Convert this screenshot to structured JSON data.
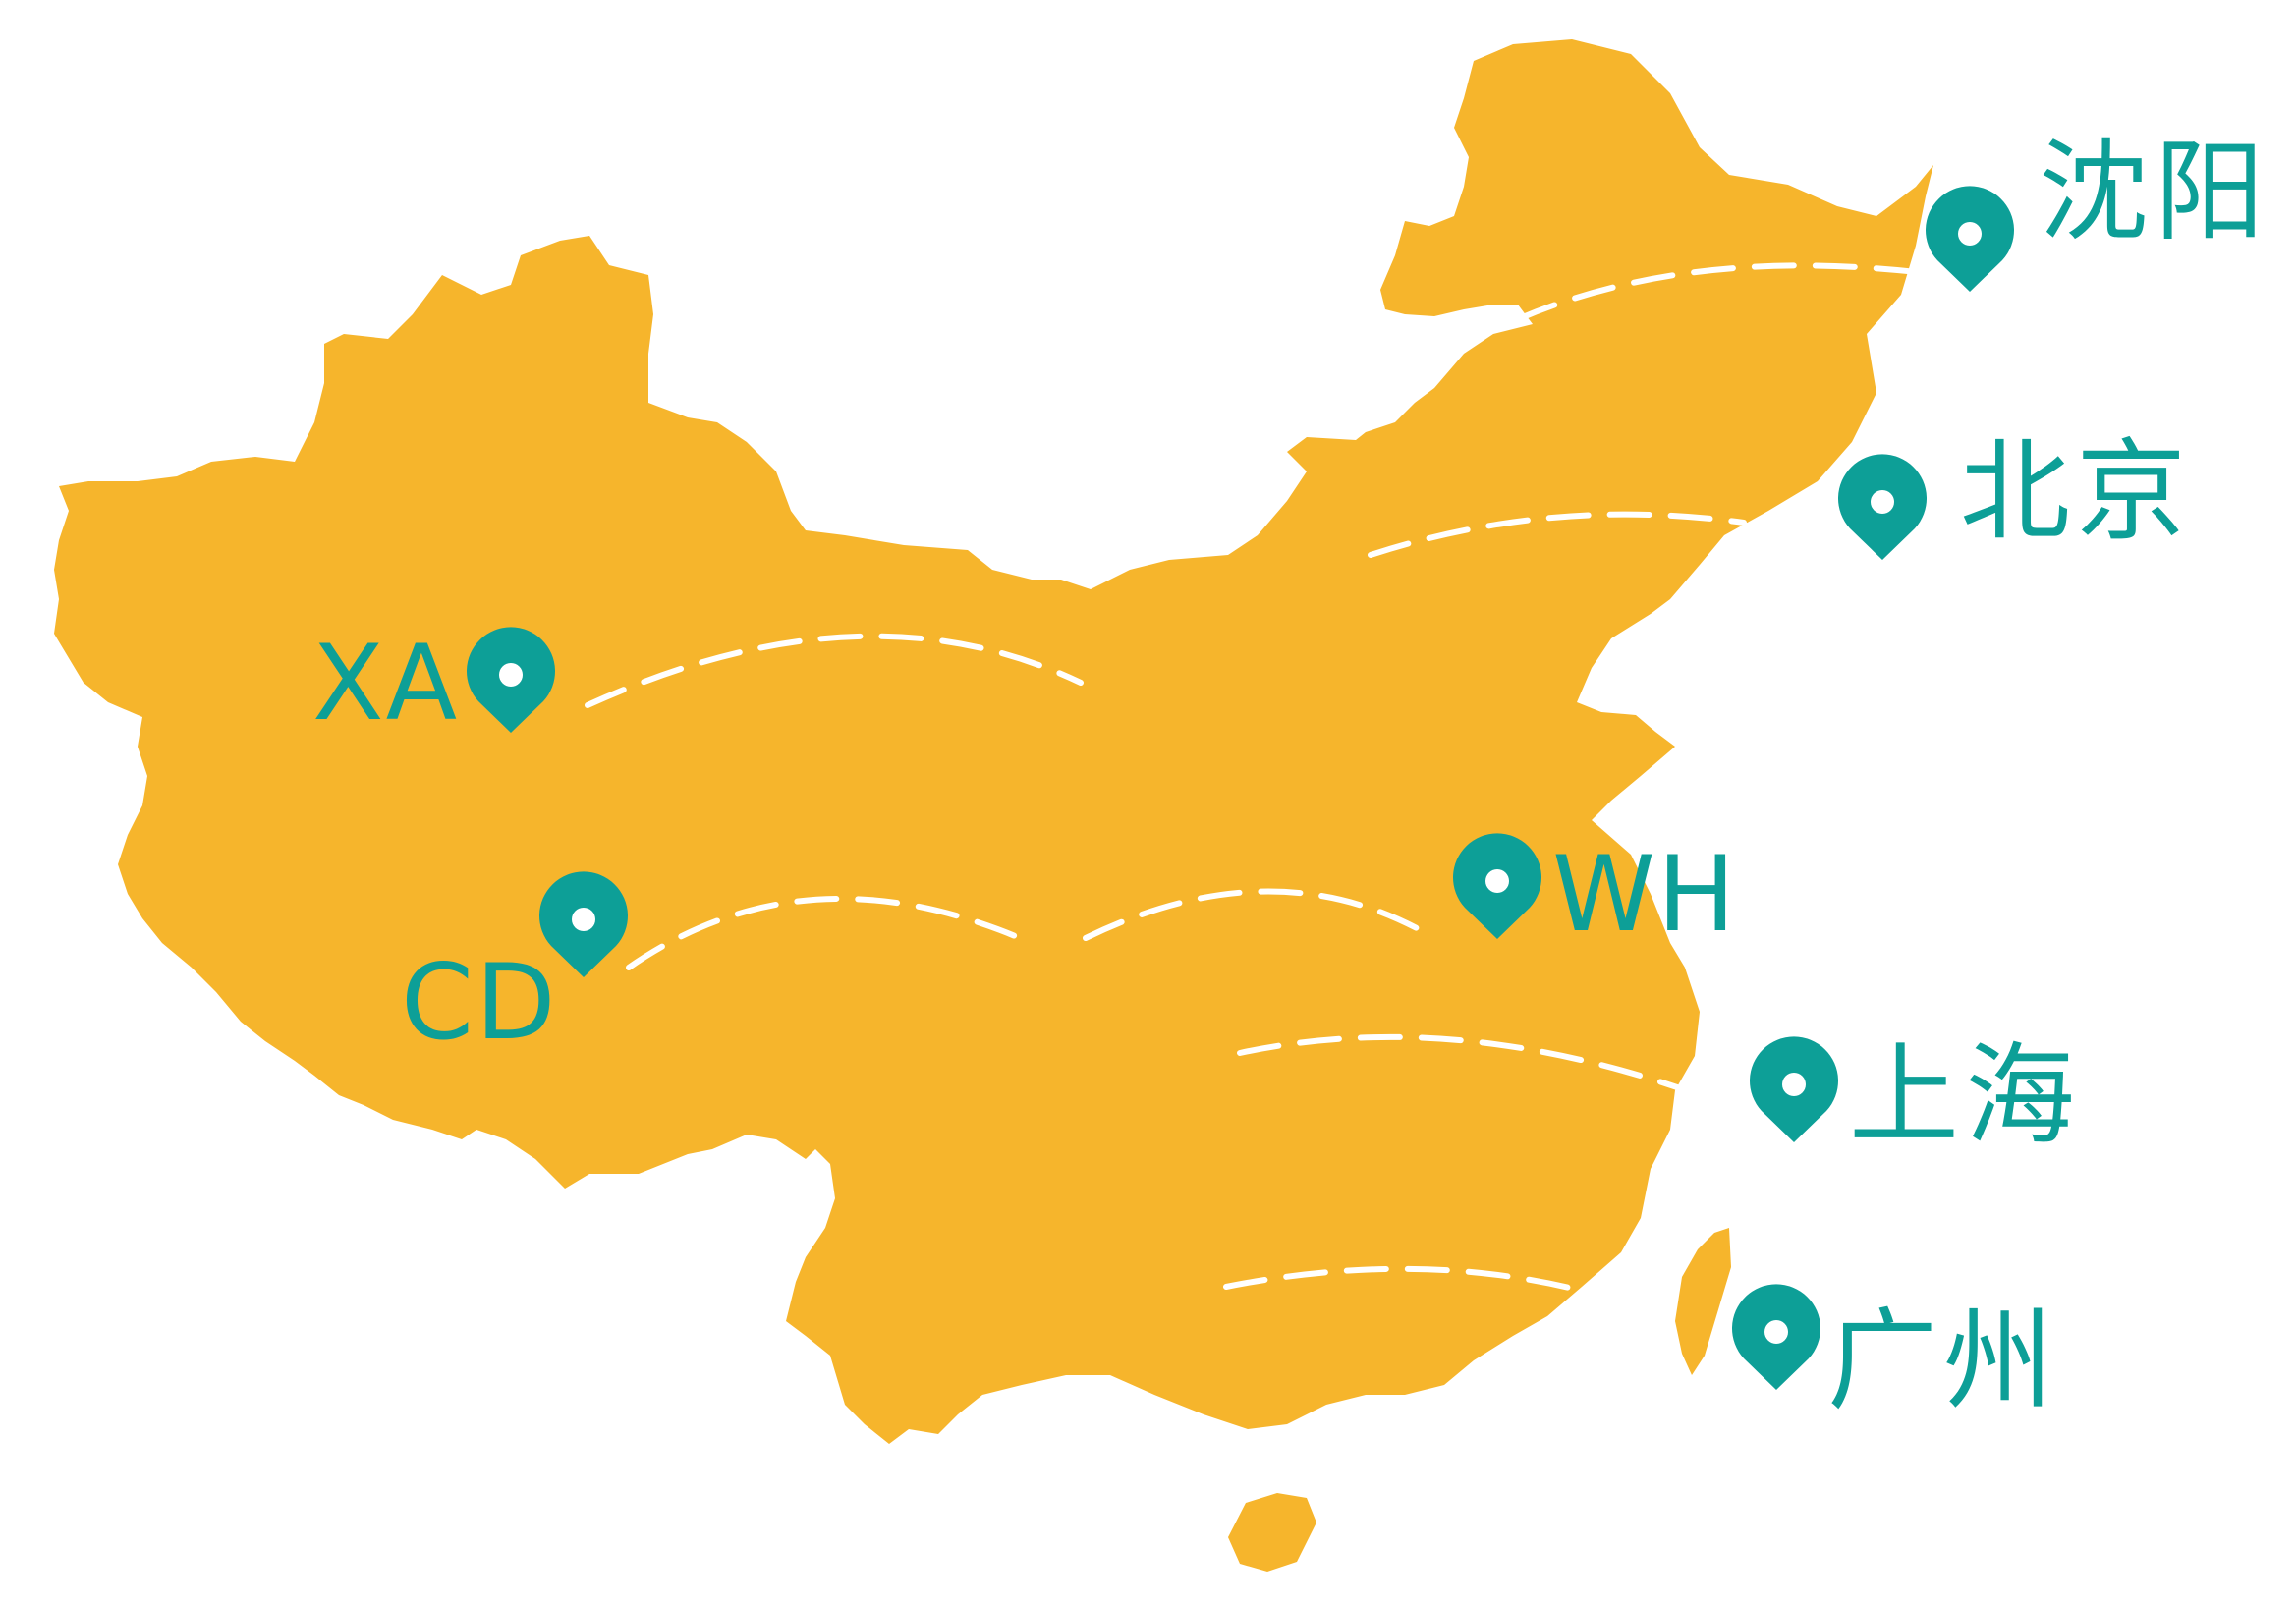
{
  "colors": {
    "land": "#f6b52c",
    "marker": "#0d9f97",
    "route": "#ffffff",
    "background": "#ffffff"
  },
  "cities": [
    {
      "id": "shenyang",
      "label": "沈阳",
      "icon": "map-pin-icon"
    },
    {
      "id": "beijing",
      "label": "北京",
      "icon": "map-pin-icon"
    },
    {
      "id": "xa",
      "label": "XA",
      "icon": "map-pin-icon"
    },
    {
      "id": "cd",
      "label": "CD",
      "icon": "map-pin-icon"
    },
    {
      "id": "wh",
      "label": "WH",
      "icon": "map-pin-icon"
    },
    {
      "id": "shanghai",
      "label": "上海",
      "icon": "map-pin-icon"
    },
    {
      "id": "guangzhou",
      "label": "广州",
      "icon": "map-pin-icon"
    }
  ]
}
